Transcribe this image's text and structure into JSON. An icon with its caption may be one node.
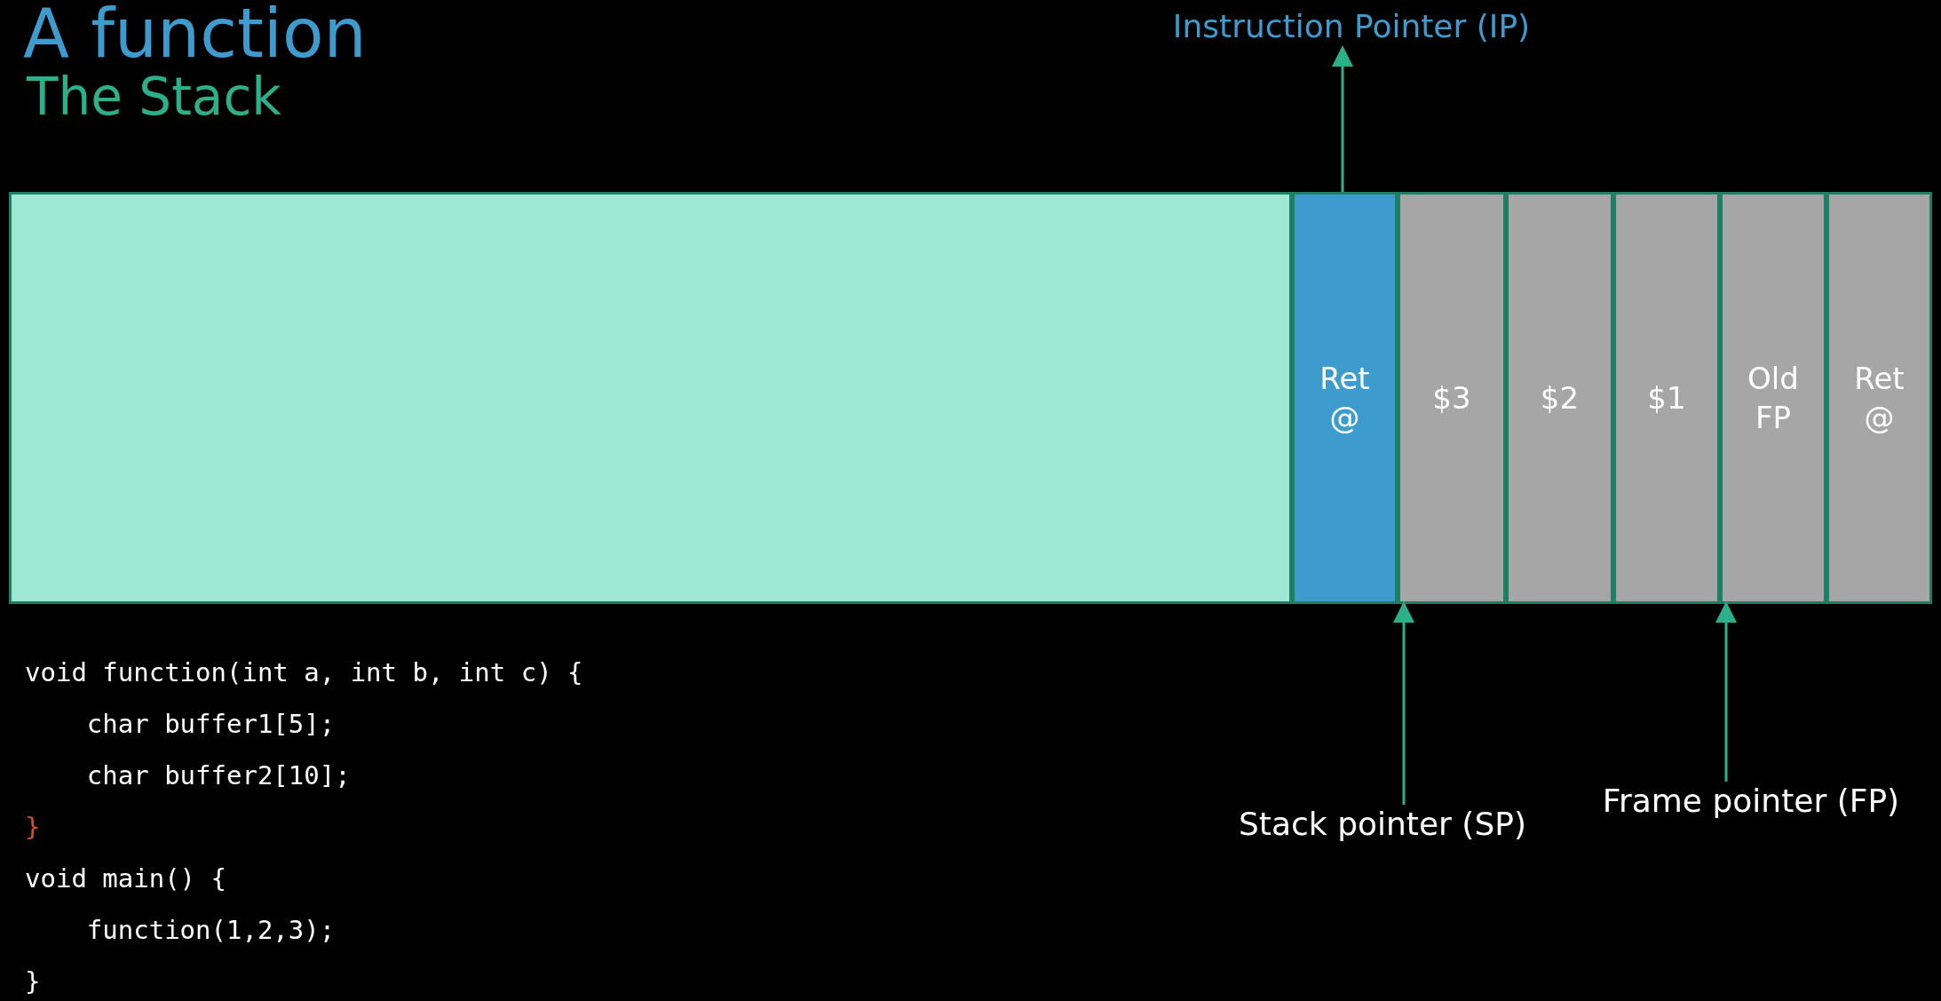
{
  "diagram": {
    "title": "A function",
    "nodes": [
      {
        "text": [],
        "shape": "box"
      },
      {
        "text": [
          "Ret @"
        ]
      },
      {
        "text": [
          "$3"
        ]
      },
      {
        "text": [
          "$2"
        ]
      },
      {
        "text": [
          "$1"
        ]
      },
      {
        "text": [
          "Old FP"
        ]
      },
      {
        "text": [
          "Ret @"
        ]
      },
      {
        "text": [
          "Instruction Pointer (IP)"
        ]
      },
      {
        "text": [
          "Stack pointer (SP)"
        ]
      },
      {
        "text": [
          "Frame pointer (FP)"
        ]
      }
    ],
    "edges": [
      {
        "from": 1,
        "to": 7,
        "arrow": "to"
      },
      {
        "from": 8,
        "to": 2,
        "arrow": "to"
      },
      {
        "from": 9,
        "to": 5,
        "arrow": "to"
      }
    ],
    "labels": [
      "The Stack",
      "void function(int a, int b, int c) {",
      "    char buffer1[5];",
      "    char buffer2[10];",
      "}",
      "void main() {",
      "    function(1,2,3);",
      "}"
    ]
  }
}
